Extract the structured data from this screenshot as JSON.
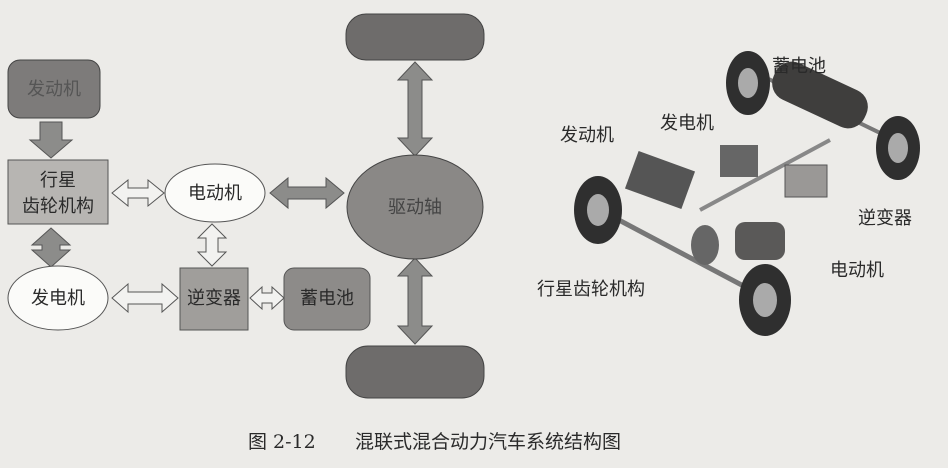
{
  "schematic": {
    "engine": "发动机",
    "planetary_gear": [
      "行星",
      "齿轮机构"
    ],
    "motor": "电动机",
    "drive_shaft": "驱动轴",
    "generator": "发电机",
    "inverter": "逆变器",
    "battery": "蓄电池"
  },
  "illustration": {
    "battery": "蓄电池",
    "engine": "发动机",
    "generator": "发电机",
    "inverter": "逆变器",
    "motor": "电动机",
    "planetary_gear": "行星齿轮机构"
  },
  "caption": {
    "number": "图 2-12",
    "title": "混联式混合动力汽车系统结构图"
  }
}
